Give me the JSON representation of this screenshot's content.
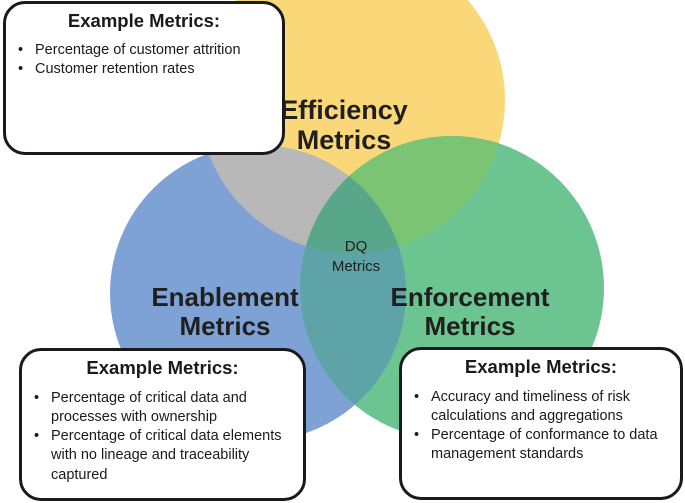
{
  "colors": {
    "efficiency": "#fad87a",
    "enablement": "#7ea2d6",
    "enforcement": "#6cc490",
    "overlap_eff_ena": "#b8b8b8",
    "overlap_eff_enf": "#7bc474",
    "overlap_ena_enf": "#5ea3a8",
    "overlap_all": "#58a78b",
    "box_border": "#1a1a1a"
  },
  "circles": {
    "efficiency": "Efficiency Metrics",
    "enablement": "Enablement Metrics",
    "enforcement": "Enforcement Metrics",
    "center": "DQ Metrics"
  },
  "labels": {
    "efficiency_line1": "Efficiency",
    "efficiency_line2": "Metrics",
    "enablement_line1": "Enablement",
    "enablement_line2": "Metrics",
    "enforcement_line1": "Enforcement",
    "enforcement_line2": "Metrics",
    "dq_line1": "DQ",
    "dq_line2": "Metrics"
  },
  "boxes": {
    "efficiency": {
      "title": "Example Metrics:",
      "items": [
        "Percentage of customer attrition",
        "Customer retention rates"
      ]
    },
    "enablement": {
      "title": "Example Metrics:",
      "items": [
        "Percentage of critical data and processes with ownership",
        "Percentage of  critical data elements with no lineage and traceability captured"
      ]
    },
    "enforcement": {
      "title": "Example Metrics:",
      "items": [
        "Accuracy and timeliness of risk calculations and aggregations",
        "Percentage of conformance to data management standards"
      ]
    }
  }
}
